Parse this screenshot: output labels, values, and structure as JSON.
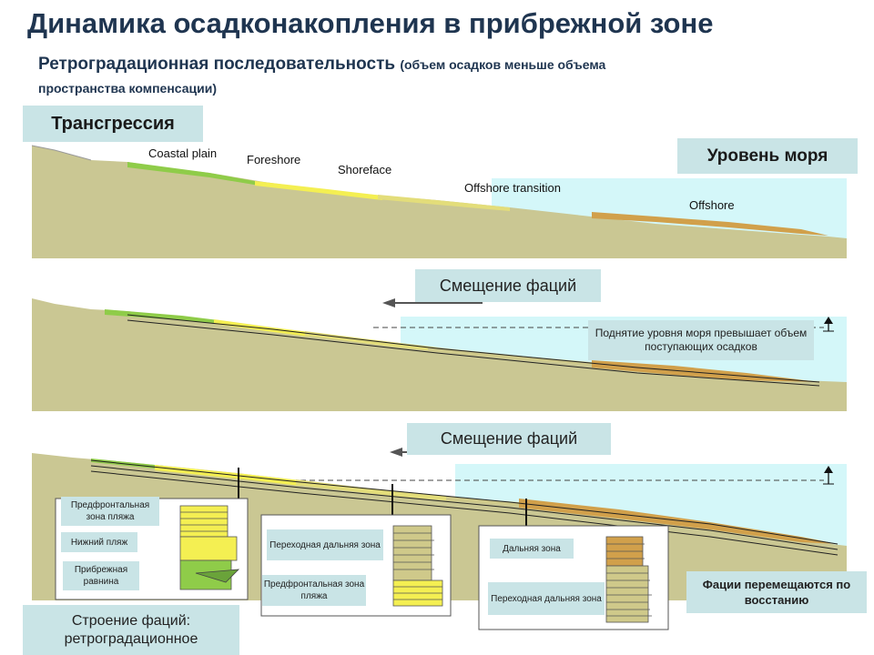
{
  "title": "Динамика осадконакопления в прибрежной зоне",
  "subtitle": {
    "main": "Ретроградационная последовательность",
    "note_line1": "(объем осадков меньше объема",
    "note_line2": "пространства компенсации)"
  },
  "labels": {
    "transgression": "Трансгрессия",
    "sea_level": "Уровень моря",
    "facies_shift_1": "Смещение фаций",
    "facies_shift_2": "Смещение фаций",
    "rise_note": "Поднятие уровня моря превышает объем поступающих осадков",
    "facies_migrate": "Фации перемещаются по восстанию",
    "structure_title": "Строение фаций: ретроградационное"
  },
  "facies_names": {
    "coastal_plain": "Coastal plain",
    "foreshore": "Foreshore",
    "shoreface": "Shoreface",
    "offshore_transition": "Offshore transition",
    "offshore": "Offshore"
  },
  "columns": [
    {
      "labels": [
        "Предфронтальная зона пляжа",
        "Нижний пляж",
        "Прибрежная равнина"
      ]
    },
    {
      "labels": [
        "Переходная дальняя зона",
        "Предфронтальная зона пляжа"
      ]
    },
    {
      "labels": [
        "Дальняя зона",
        "Переходная дальняя зона"
      ]
    }
  ],
  "colors": {
    "ground": "#cac793",
    "water": "#d4f7f9",
    "coastal_plain": "#8fcc49",
    "foreshore": "#f4ef52",
    "shoreface": "#e3dd7a",
    "offshore_transition": "#cfc98a",
    "offshore": "#d1a04b",
    "title": "#1f3550",
    "label_box": "#c9e4e6"
  }
}
